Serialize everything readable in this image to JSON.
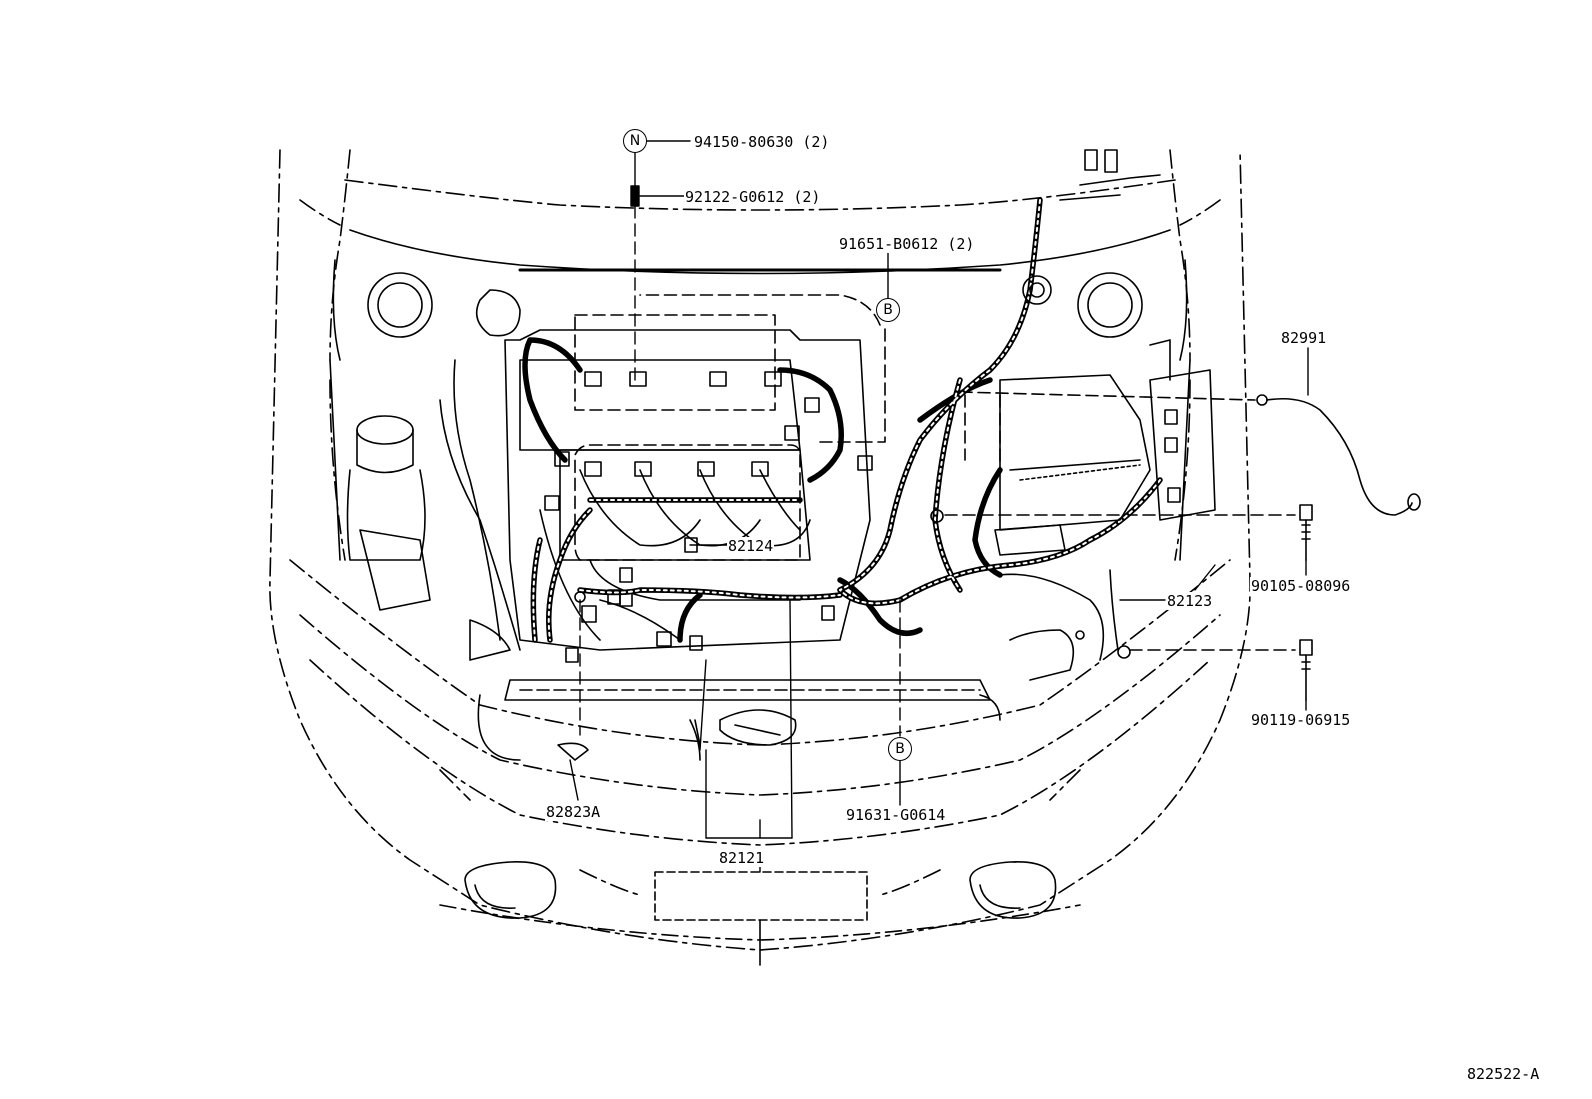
{
  "labels": {
    "nut_qty": "94150-80630 (2)",
    "stud_qty": "92122-G0612 (2)",
    "bolt_b_top": "91651-B0612 (2)",
    "ground_strap": "82991",
    "wire_82124": "82124",
    "wire_82123": "82123",
    "bolt_90105": "90105-08096",
    "bolt_90119": "90119-06915",
    "clamp_82823A": "82823A",
    "bolt_b_bottom": "91631-G0614",
    "wire_82121": "82121",
    "drawing_code": "822522-A"
  },
  "symbols": {
    "nut": "N",
    "b_top": "B",
    "b_bottom": "B"
  },
  "colors": {
    "line": "#000000",
    "background": "#ffffff"
  }
}
